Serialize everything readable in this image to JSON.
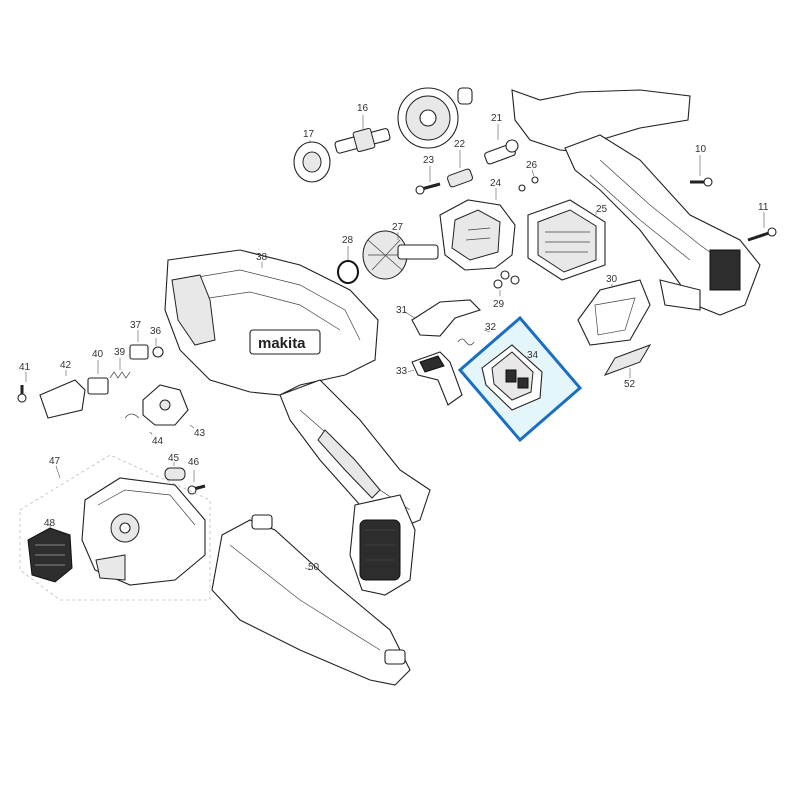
{
  "diagram": {
    "labels": [
      {
        "id": "10",
        "text": "10"
      },
      {
        "id": "11",
        "text": "11"
      },
      {
        "id": "16",
        "text": "16"
      },
      {
        "id": "17",
        "text": "17"
      },
      {
        "id": "21",
        "text": "21"
      },
      {
        "id": "22",
        "text": "22"
      },
      {
        "id": "23",
        "text": "23"
      },
      {
        "id": "24",
        "text": "24"
      },
      {
        "id": "25",
        "text": "25"
      },
      {
        "id": "26",
        "text": "26"
      },
      {
        "id": "27",
        "text": "27"
      },
      {
        "id": "28",
        "text": "28"
      },
      {
        "id": "29",
        "text": "29"
      },
      {
        "id": "30",
        "text": "30"
      },
      {
        "id": "31",
        "text": "31"
      },
      {
        "id": "32",
        "text": "32"
      },
      {
        "id": "33",
        "text": "33"
      },
      {
        "id": "34",
        "text": "34"
      },
      {
        "id": "36",
        "text": "36"
      },
      {
        "id": "37",
        "text": "37"
      },
      {
        "id": "38",
        "text": "38"
      },
      {
        "id": "39",
        "text": "39"
      },
      {
        "id": "40",
        "text": "40"
      },
      {
        "id": "41",
        "text": "41"
      },
      {
        "id": "42",
        "text": "42"
      },
      {
        "id": "43",
        "text": "43"
      },
      {
        "id": "44",
        "text": "44"
      },
      {
        "id": "45",
        "text": "45"
      },
      {
        "id": "46",
        "text": "46"
      },
      {
        "id": "47",
        "text": "47"
      },
      {
        "id": "48",
        "text": "48"
      },
      {
        "id": "50",
        "text": "50"
      },
      {
        "id": "52",
        "text": "52"
      }
    ],
    "brand_text": "makita",
    "highlight": {
      "part": "34",
      "color": "#1a6fc4",
      "fill": "#cfeef7"
    }
  }
}
